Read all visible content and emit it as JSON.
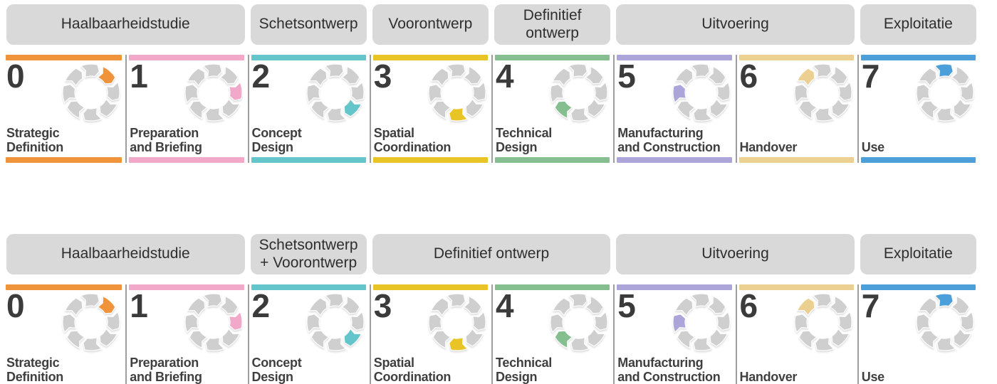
{
  "stages": [
    {
      "number": "0",
      "label": "Strategic\nDefinition",
      "color": "#F0943C"
    },
    {
      "number": "1",
      "label": "Preparation\nand Briefing",
      "color": "#F2A9C9"
    },
    {
      "number": "2",
      "label": "Concept\nDesign",
      "color": "#64C5CA"
    },
    {
      "number": "3",
      "label": "Spatial\nCoordination",
      "color": "#E9C427"
    },
    {
      "number": "4",
      "label": "Technical\nDesign",
      "color": "#85BF90"
    },
    {
      "number": "5",
      "label": "Manufacturing\nand Construction",
      "color": "#ABA5DA"
    },
    {
      "number": "6",
      "label": "Handover",
      "color": "#ECD092"
    },
    {
      "number": "7",
      "label": "Use",
      "color": "#4C9FD9"
    }
  ],
  "rows": [
    {
      "name": "row-1",
      "headers": [
        {
          "label": "Haalbaarheidstudie",
          "span": 2
        },
        {
          "label": "Schetsontwerp",
          "span": 1
        },
        {
          "label": "Voorontwerp",
          "span": 1
        },
        {
          "label": "Definitief\nontwerp",
          "span": 1
        },
        {
          "label": "Uitvoering",
          "span": 2
        },
        {
          "label": "Exploitatie",
          "span": 1
        }
      ]
    },
    {
      "name": "row-2",
      "headers": [
        {
          "label": "Haalbaarheidstudie",
          "span": 2
        },
        {
          "label": "Schetsontwerp\n+ Voorontwerp",
          "span": 1
        },
        {
          "label": "Definitief ontwerp",
          "span": 2
        },
        {
          "label": "Uitvoering",
          "span": 2
        },
        {
          "label": "Exploitatie",
          "span": 1
        }
      ]
    }
  ],
  "ring": {
    "icon": "cycle-arrows-ring-icon",
    "segments": 8,
    "segment_gray": "#CFCFCF",
    "outline": "#FFFFFF"
  },
  "palette": {
    "header_bg": "#D9D9D9",
    "divider": "#9E9E9E",
    "text_dark": "#3B3B3B",
    "background": "#FFFFFF"
  }
}
